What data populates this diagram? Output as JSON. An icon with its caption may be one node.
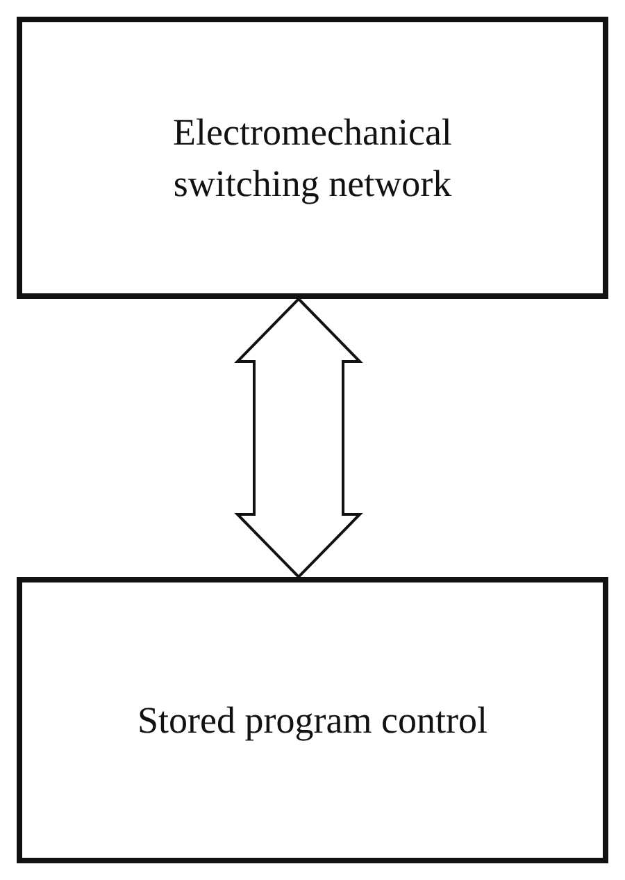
{
  "diagram": {
    "nodes": [
      {
        "text": [
          "Electromechanical switching network"
        ]
      },
      {
        "text": [
          "Stored program control"
        ]
      }
    ],
    "edges": [
      {
        "from": 0,
        "to": 1,
        "arrow": "both",
        "style": "thick"
      }
    ]
  }
}
